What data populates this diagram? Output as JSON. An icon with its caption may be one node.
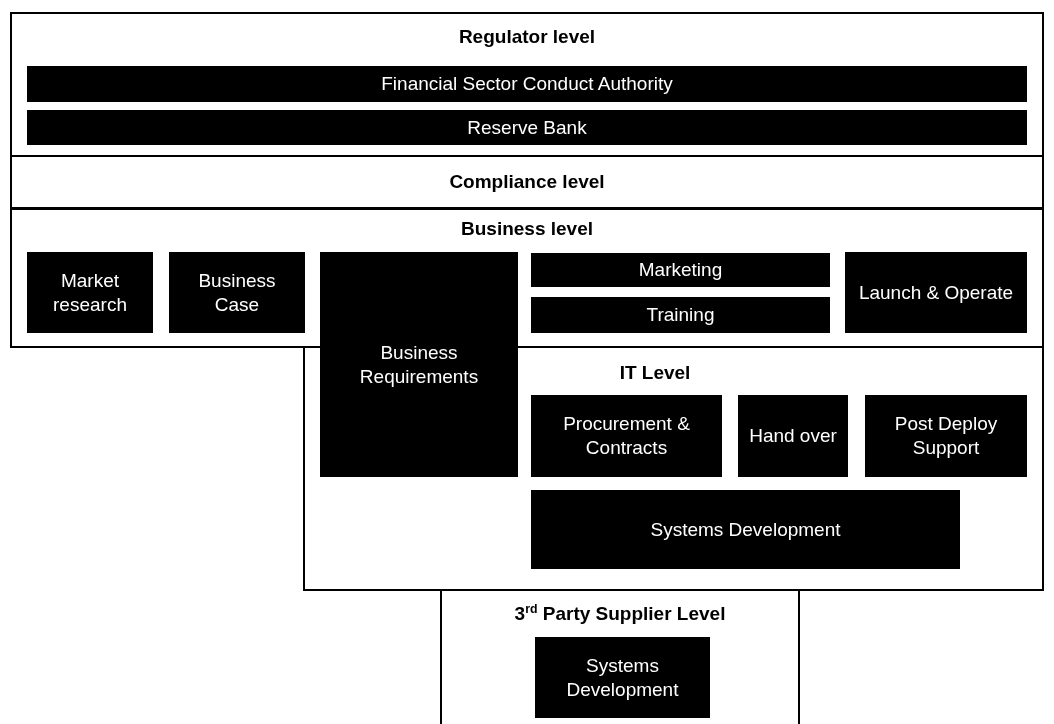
{
  "diagram": {
    "nodes": [
      {
        "text": [
          "Regulator level"
        ]
      },
      {
        "text": [
          "Financial Sector Conduct Authority"
        ],
        "in": 0
      },
      {
        "text": [
          "Reserve Bank"
        ],
        "in": 0
      },
      {
        "text": [
          "Compliance level"
        ]
      },
      {
        "text": [
          "Business level"
        ]
      },
      {
        "text": [
          "Market research"
        ],
        "in": 4
      },
      {
        "text": [
          "Business Case"
        ],
        "in": 4
      },
      {
        "text": [
          "Business Requirements"
        ]
      },
      {
        "text": [
          "Marketing"
        ],
        "in": 4
      },
      {
        "text": [
          "Training"
        ],
        "in": 4
      },
      {
        "text": [
          "Launch & Operate"
        ],
        "in": 4
      },
      {
        "text": [
          "IT Level"
        ]
      },
      {
        "text": [
          "Procurement & Contracts"
        ],
        "in": 11
      },
      {
        "text": [
          "Hand over"
        ],
        "in": 11
      },
      {
        "text": [
          "Post Deploy Support"
        ],
        "in": 11
      },
      {
        "text": [
          "Systems Development"
        ],
        "in": 11
      },
      {
        "text": [
          "3$^{rd}$ Party Supplier Level"
        ]
      },
      {
        "text": [
          "Systems Development"
        ],
        "in": 16
      }
    ]
  }
}
